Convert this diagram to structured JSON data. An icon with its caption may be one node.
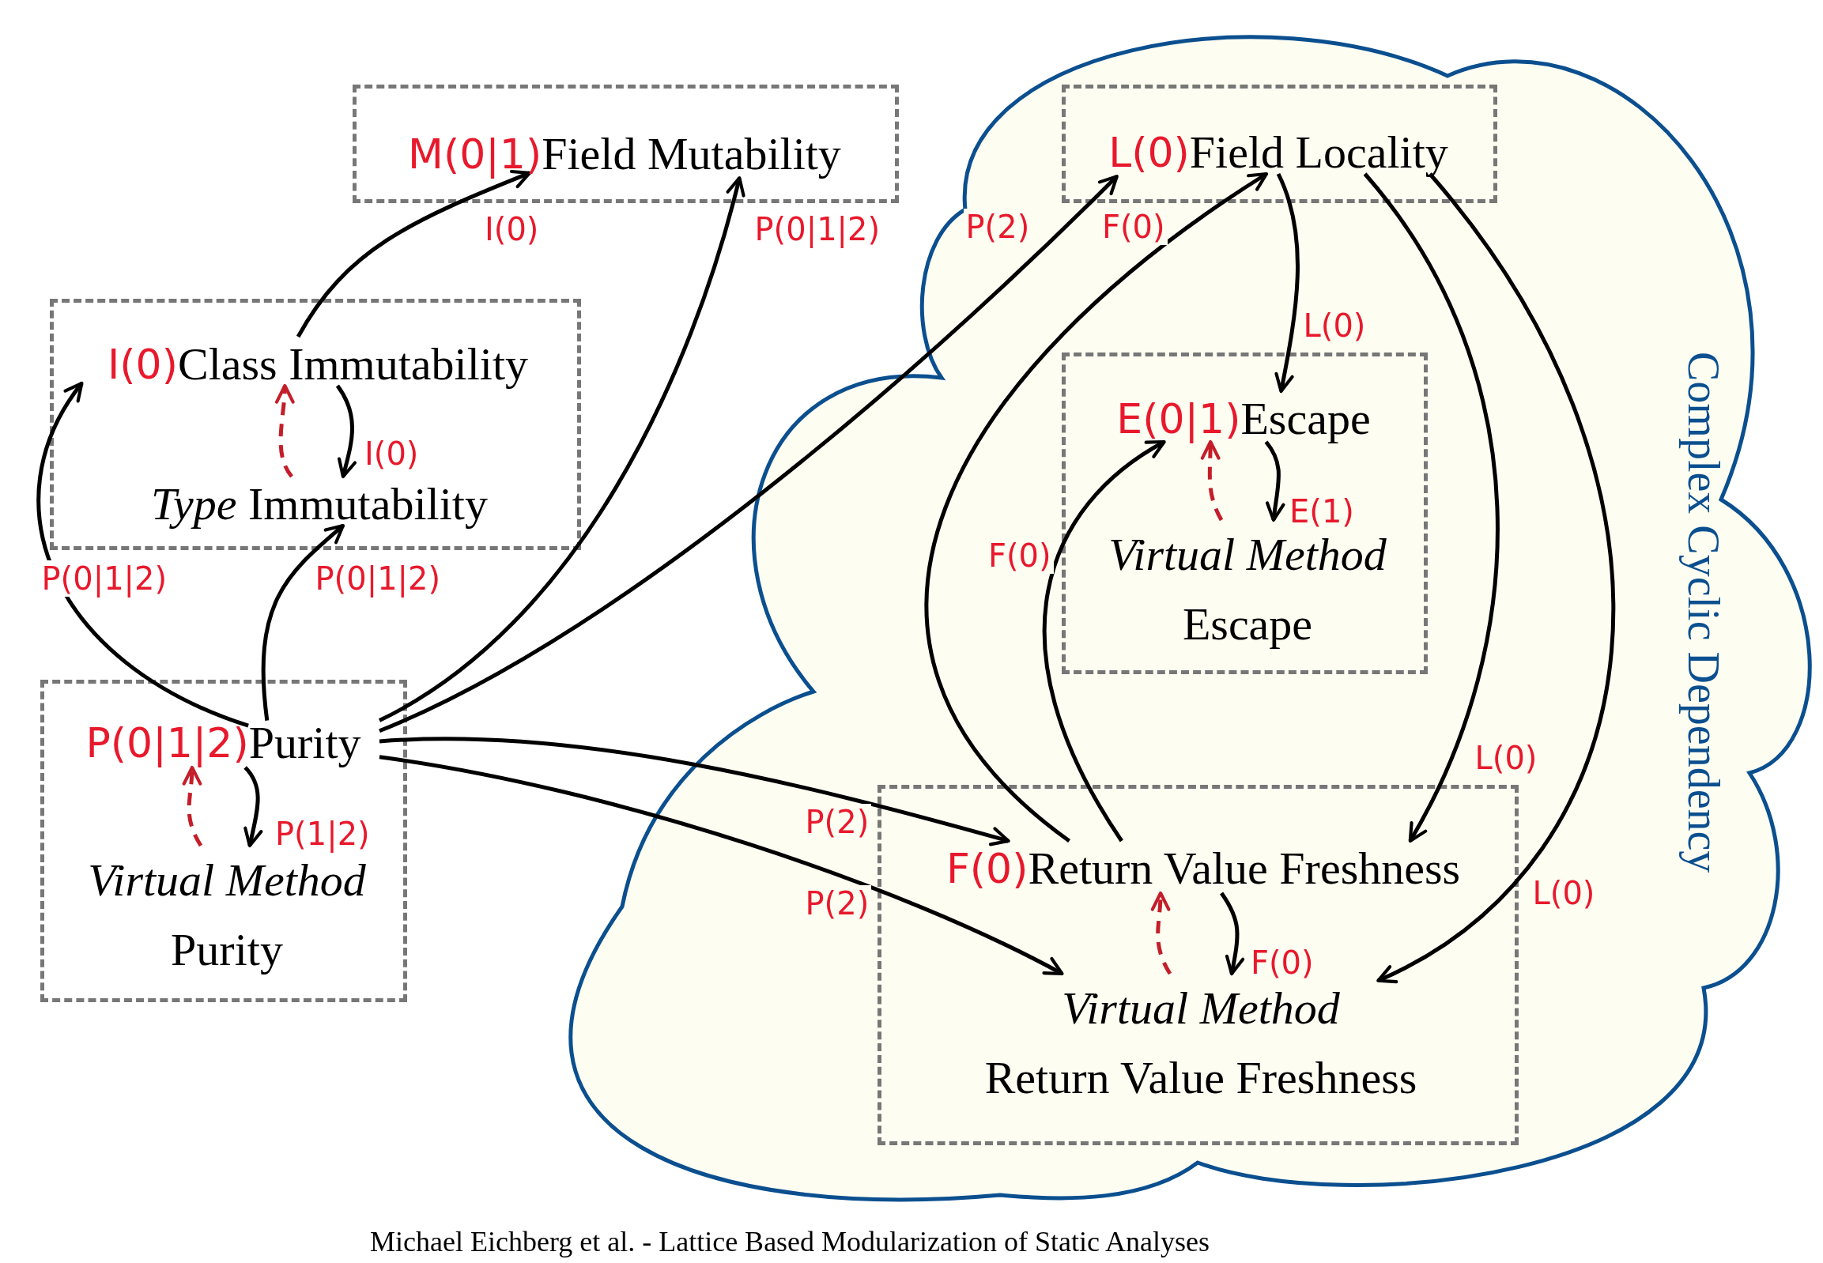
{
  "diagram": {
    "caption": "Michael Eichberg et al. - Lattice Based Modularization of Static Analyses",
    "nodes": [
      {
        "text": [],
        "shape": "box"
      },
      {
        "text": [
          "M(0|1)",
          "Field Mutability"
        ],
        "in": 0
      },
      {
        "text": [],
        "shape": "box"
      },
      {
        "text": [
          "I(0)",
          "Class Immutability"
        ],
        "in": 2
      },
      {
        "text": [
          "*Type* Immutability"
        ],
        "in": 2
      },
      {
        "text": [],
        "shape": "box"
      },
      {
        "text": [
          "P(0|1|2)",
          "Purity"
        ],
        "in": 5
      },
      {
        "text": [
          "*Virtual Method* Purity"
        ],
        "in": 5
      },
      {
        "text": [
          "Complex Cyclic Dependency"
        ]
      },
      {
        "text": [],
        "shape": "box",
        "in": 8
      },
      {
        "text": [
          "L(0)",
          "Field Locality"
        ],
        "in": 9
      },
      {
        "text": [],
        "shape": "box",
        "in": 8
      },
      {
        "text": [
          "E(0|1)",
          "Escape"
        ],
        "in": 11
      },
      {
        "text": [
          "*Virtual Method* Escape"
        ],
        "in": 11
      },
      {
        "text": [],
        "shape": "box",
        "in": 8
      },
      {
        "text": [
          "F(0)",
          "Return Value Freshness"
        ],
        "in": 14
      },
      {
        "text": [
          "*Virtual Method* Return Value Freshness"
        ],
        "in": 14
      }
    ],
    "edges": [
      {
        "from": 3,
        "to": 1,
        "arrow": "to",
        "label": "I(0)"
      },
      {
        "from": 3,
        "to": 4,
        "arrow": "to",
        "label": "I(0)"
      },
      {
        "from": 4,
        "to": 3,
        "arrow": "to",
        "style": "dashed",
        "color": "#c41e2a"
      },
      {
        "from": 6,
        "to": 3,
        "arrow": "to",
        "label": "P(0|1|2)"
      },
      {
        "from": 6,
        "to": 4,
        "arrow": "to",
        "label": "P(0|1|2)"
      },
      {
        "from": 6,
        "to": 1,
        "arrow": "to",
        "label": "P(0|1|2)"
      },
      {
        "from": 6,
        "to": 10,
        "arrow": "to",
        "label": "P(2)"
      },
      {
        "from": 6,
        "to": 15,
        "arrow": "to",
        "label": "P(2)"
      },
      {
        "from": 6,
        "to": 16,
        "arrow": "to",
        "label": "P(2)"
      },
      {
        "from": 7,
        "to": 6,
        "arrow": "to",
        "style": "dashed",
        "color": "#c41e2a"
      },
      {
        "from": 6,
        "to": 7,
        "arrow": "to",
        "label": "P(1|2)"
      },
      {
        "from": 15,
        "to": 10,
        "arrow": "to",
        "label": "F(0)"
      },
      {
        "from": 10,
        "to": 12,
        "arrow": "to",
        "label": "L(0)"
      },
      {
        "from": 10,
        "to": 15,
        "arrow": "to",
        "label": "L(0)"
      },
      {
        "from": 10,
        "to": 16,
        "arrow": "to",
        "label": "L(0)"
      },
      {
        "from": 15,
        "to": 12,
        "arrow": "to",
        "label": "F(0)"
      },
      {
        "from": 12,
        "to": 13,
        "arrow": "to",
        "label": "E(1)"
      },
      {
        "from": 13,
        "to": 12,
        "arrow": "to",
        "style": "dashed",
        "color": "#c41e2a"
      },
      {
        "from": 15,
        "to": 16,
        "arrow": "to",
        "label": "F(0)"
      },
      {
        "from": 16,
        "to": 15,
        "arrow": "to",
        "style": "dashed",
        "color": "#c41e2a"
      }
    ]
  }
}
